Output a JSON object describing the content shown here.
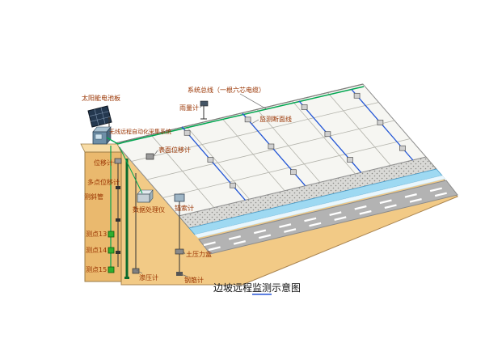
{
  "title": {
    "pre": "边坡远程",
    "underlined": "监测",
    "post": "示意图"
  },
  "labels": {
    "solar_panel": "太阳能电池板",
    "system_bus": "系统总线（一根六芯电缆）",
    "rain_gauge": "雨量计",
    "monitoring_section": "监测断面线",
    "wireless_system": "无线远程自动化采集系统",
    "surface_displacement": "表面位移计",
    "displacement": "位移计",
    "multipoint_displacement": "多点位移计",
    "inclinometer_tube": "测斜管",
    "data_processor": "数据处理仪",
    "anchor_meter": "锚索计",
    "point13": "测点13",
    "point14": "测点14",
    "point15": "测点15",
    "piezometer": "渗压计",
    "earth_pressure_cell": "土压力盒",
    "rebar_meter": "钢筋计"
  },
  "colors": {
    "earth_tan": "#f2ca86",
    "cliff_tan": "#eab96e",
    "slope_face": "#f6f6f2",
    "cable_green": "#00a650",
    "section_blue": "#2356d6",
    "channel_blue": "#9ed9f2",
    "road_grey": "#b3b3b3",
    "label_red": "#993300"
  }
}
